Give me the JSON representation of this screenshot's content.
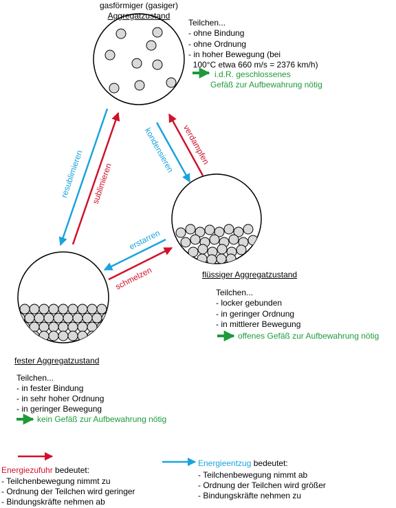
{
  "colors": {
    "red": "#d0112b",
    "blue": "#1aa3dd",
    "green": "#1e9a3a"
  },
  "gas": {
    "title_line1": "gasförmiger (gasiger)",
    "title_line2": "Aggregatzustand",
    "desc_heading": "Teilchen...",
    "desc_lines": [
      "- ohne Bindung",
      "- ohne Ordnung",
      "- in hoher Bewegung (bei",
      "  100°C etwa 660 m/s = 2376 km/h)"
    ],
    "container_line1": "i.d.R. geschlossenes",
    "container_line2": "Gefäß zur Aufbewahrung nötig"
  },
  "liquid": {
    "title": "flüssiger Aggregatzustand",
    "desc_heading": "Teilchen...",
    "desc_lines": [
      "- locker gebunden",
      "- in geringer Ordnung",
      "- in mittlerer Bewegung"
    ],
    "container": "offenes Gefäß zur Aufbewahrung nötig"
  },
  "solid": {
    "title": "fester Aggregatzustand",
    "desc_heading": "Teilchen...",
    "desc_lines": [
      "- in fester Bindung",
      "- in sehr hoher Ordnung",
      "- in geringer Bewegung"
    ],
    "container": "kein Gefäß zur Aufbewahrung nötig"
  },
  "transitions": {
    "resublimieren": "resublimieren",
    "sublimieren": "sublimieren",
    "kondensieren": "kondensieren",
    "verdampfen": "verdampfen",
    "erstarren": "erstarren",
    "schmelzen": "schmelzen"
  },
  "legend": {
    "supply_term": "Energiezufuhr",
    "supply_suffix": " bedeutet:",
    "supply_lines": [
      "- Teilchenbewegung nimmt zu",
      "- Ordnung der Teilchen wird geringer",
      "- Bindungskräfte nehmen ab"
    ],
    "removal_term": "Energieentzug",
    "removal_suffix": " bedeutet:",
    "removal_lines": [
      "- Teilchenbewegung nimmt ab",
      "- Ordnung der Teilchen wird größer",
      "- Bindungskräfte nehmen zu"
    ]
  }
}
